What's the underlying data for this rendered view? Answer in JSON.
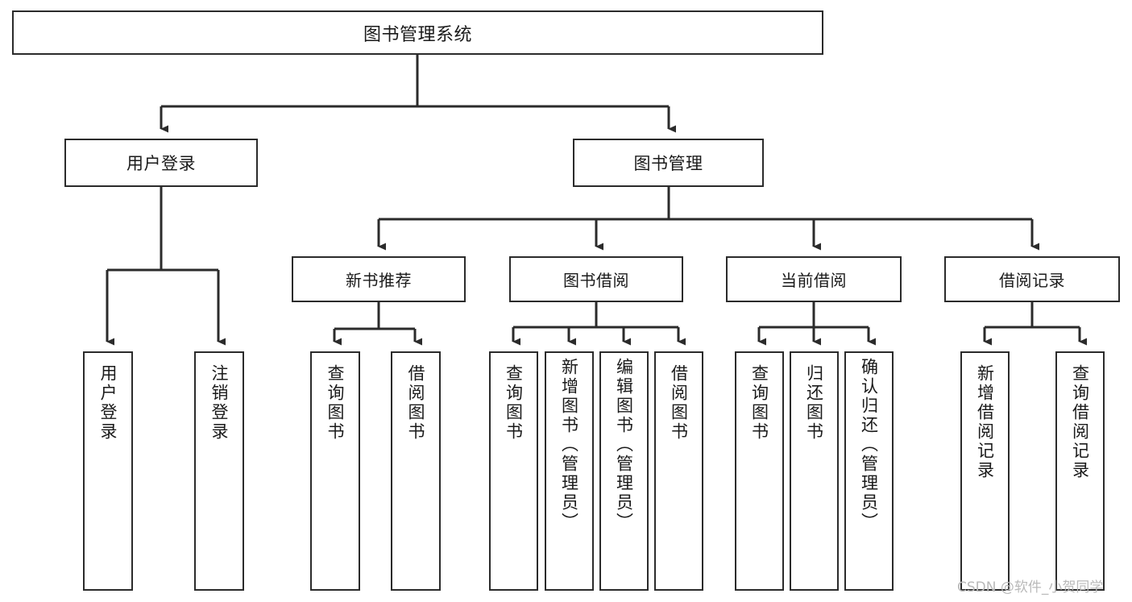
{
  "diagram": {
    "title": "图书管理系统",
    "type": "tree-hierarchy-chart",
    "orientation": "top-down",
    "colors": {
      "background": "#ffffff",
      "node_border": "#2b2b2b",
      "node_fill": "#ffffff",
      "label_text": "#1a1a1a",
      "edge": "#2b2b2b",
      "watermark": "#b9b9b9"
    },
    "root": {
      "label": "图书管理系统"
    },
    "level1": [
      {
        "label": "用户登录"
      },
      {
        "label": "图书管理"
      }
    ],
    "level2": [
      {
        "label": "新书推荐"
      },
      {
        "label": "图书借阅"
      },
      {
        "label": "当前借阅"
      },
      {
        "label": "借阅记录"
      }
    ],
    "leaves": {
      "user_login": [
        {
          "label": "用户登录"
        },
        {
          "label": "注销登录"
        }
      ],
      "new_book_recommend": [
        {
          "label": "查询图书"
        },
        {
          "label": "借阅图书"
        }
      ],
      "book_borrow": [
        {
          "label": "查询图书"
        },
        {
          "label": "新增图书（管理员）"
        },
        {
          "label": "编辑图书（管理员）"
        },
        {
          "label": "借阅图书"
        }
      ],
      "current_borrow": [
        {
          "label": "查询图书"
        },
        {
          "label": "归还图书"
        },
        {
          "label": "确认归还（管理员）"
        }
      ],
      "borrow_record": [
        {
          "label": "新增借阅记录"
        },
        {
          "label": "查询借阅记录"
        }
      ]
    },
    "watermark": "CSDN @软件_小贺同学"
  }
}
